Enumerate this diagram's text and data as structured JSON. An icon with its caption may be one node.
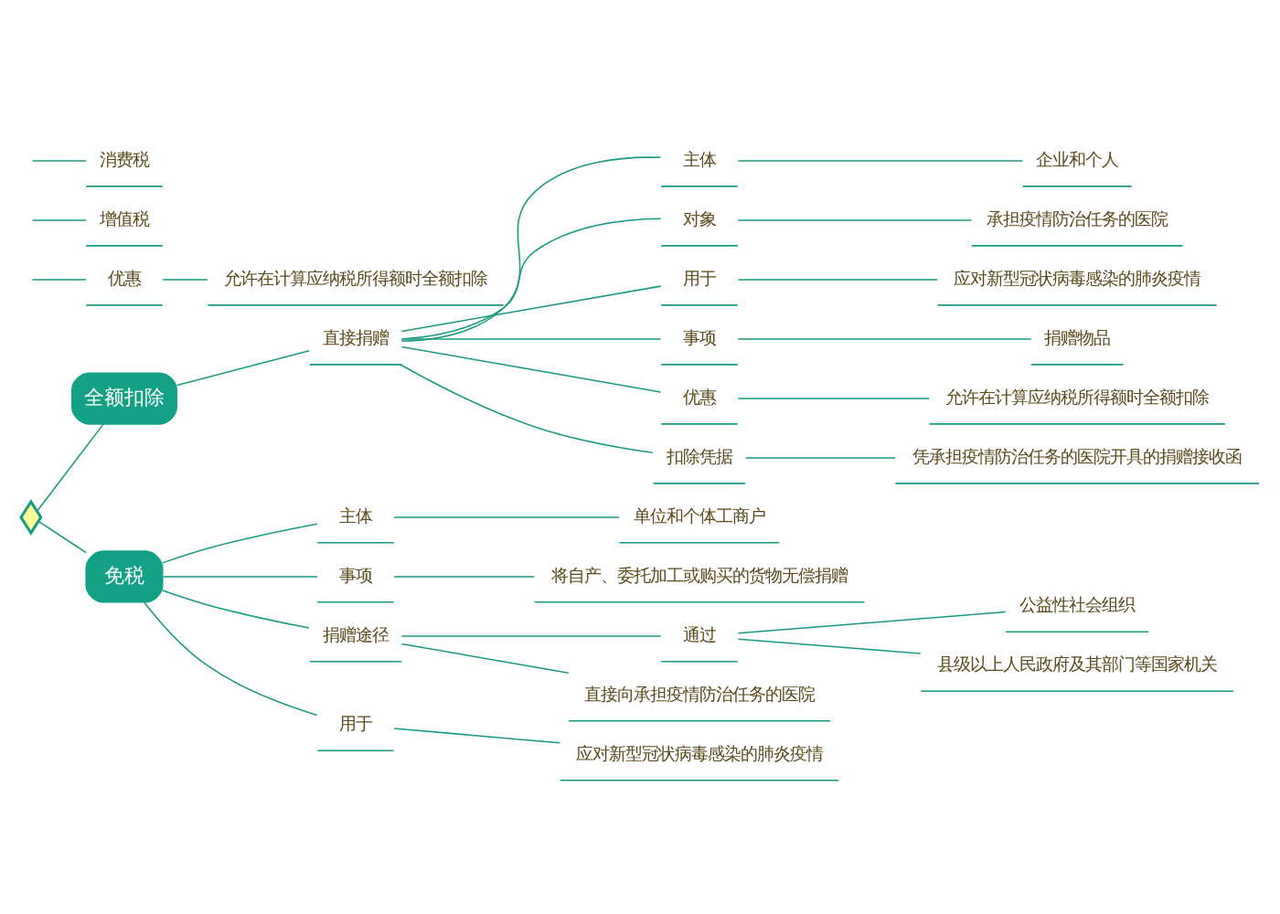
{
  "diagram": {
    "nodes": [
      {
        "text": [],
        "shape": "diamond"
      },
      {
        "text": [
          "全额扣除"
        ]
      },
      {
        "text": [
          "优惠"
        ]
      },
      {
        "text": [
          "允许在计算应纳税所得额时全额扣除"
        ]
      },
      {
        "text": [
          "直接捐赠"
        ]
      },
      {
        "text": [
          "主体"
        ]
      },
      {
        "text": [
          "企业和个人"
        ]
      },
      {
        "text": [
          "对象"
        ]
      },
      {
        "text": [
          "承担疫情防治任务的医院"
        ]
      },
      {
        "text": [
          "用于"
        ]
      },
      {
        "text": [
          "应对新型冠状病毒感染的肺炎疫情"
        ]
      },
      {
        "text": [
          "事项"
        ]
      },
      {
        "text": [
          "捐赠物品"
        ]
      },
      {
        "text": [
          "优惠"
        ]
      },
      {
        "text": [
          "允许在计算应纳税所得额时全额扣除"
        ]
      },
      {
        "text": [
          "扣除凭据"
        ]
      },
      {
        "text": [
          "凭承担疫情防治任务的医院开具的捐赠接收函"
        ]
      },
      {
        "text": [
          "免税"
        ]
      },
      {
        "text": [
          "主体"
        ]
      },
      {
        "text": [
          "单位和个体工商户"
        ]
      },
      {
        "text": [
          "事项"
        ]
      },
      {
        "text": [
          "将自产、委托加工或购买的货物无偿捐赠"
        ]
      },
      {
        "text": [
          "捐赠途径"
        ]
      },
      {
        "text": [
          "通过"
        ]
      },
      {
        "text": [
          "公益性社会组织"
        ]
      },
      {
        "text": [
          "县级以上人民政府及其部门等国家机关"
        ]
      },
      {
        "text": [
          "直接向承担疫情防治任务的医院"
        ]
      },
      {
        "text": [
          "用于"
        ]
      },
      {
        "text": [
          "应对新型冠状病毒感染的肺炎疫情"
        ]
      },
      {
        "text": [
          "增值税"
        ]
      },
      {
        "text": [
          "消费税"
        ]
      }
    ],
    "edges": [
      {
        "from": 0,
        "to": 1,
        "arrow": "none"
      },
      {
        "from": 0,
        "to": 17,
        "arrow": "none"
      },
      {
        "from": null,
        "to": 2,
        "arrow": "none"
      },
      {
        "from": 2,
        "to": 3,
        "arrow": "none"
      },
      {
        "from": 1,
        "to": 4,
        "arrow": "none"
      },
      {
        "from": 4,
        "to": 5,
        "arrow": "none"
      },
      {
        "from": 5,
        "to": 6,
        "arrow": "none"
      },
      {
        "from": 4,
        "to": 7,
        "arrow": "none"
      },
      {
        "from": 7,
        "to": 8,
        "arrow": "none"
      },
      {
        "from": 4,
        "to": 9,
        "arrow": "none"
      },
      {
        "from": 9,
        "to": 10,
        "arrow": "none"
      },
      {
        "from": 4,
        "to": 11,
        "arrow": "none"
      },
      {
        "from": 11,
        "to": 12,
        "arrow": "none"
      },
      {
        "from": 4,
        "to": 13,
        "arrow": "none"
      },
      {
        "from": 13,
        "to": 14,
        "arrow": "none"
      },
      {
        "from": 4,
        "to": 15,
        "arrow": "none"
      },
      {
        "from": 15,
        "to": 16,
        "arrow": "none"
      },
      {
        "from": 17,
        "to": 18,
        "arrow": "none"
      },
      {
        "from": 18,
        "to": 19,
        "arrow": "none"
      },
      {
        "from": 17,
        "to": 20,
        "arrow": "none"
      },
      {
        "from": 20,
        "to": 21,
        "arrow": "none"
      },
      {
        "from": 17,
        "to": 22,
        "arrow": "none"
      },
      {
        "from": 22,
        "to": 23,
        "arrow": "none"
      },
      {
        "from": 23,
        "to": 24,
        "arrow": "none"
      },
      {
        "from": 23,
        "to": 25,
        "arrow": "none"
      },
      {
        "from": 22,
        "to": 26,
        "arrow": "none"
      },
      {
        "from": 17,
        "to": 27,
        "arrow": "none"
      },
      {
        "from": 27,
        "to": 28,
        "arrow": "none"
      },
      {
        "from": null,
        "to": 29,
        "arrow": "none"
      },
      {
        "from": null,
        "to": 30,
        "arrow": "none"
      }
    ]
  }
}
